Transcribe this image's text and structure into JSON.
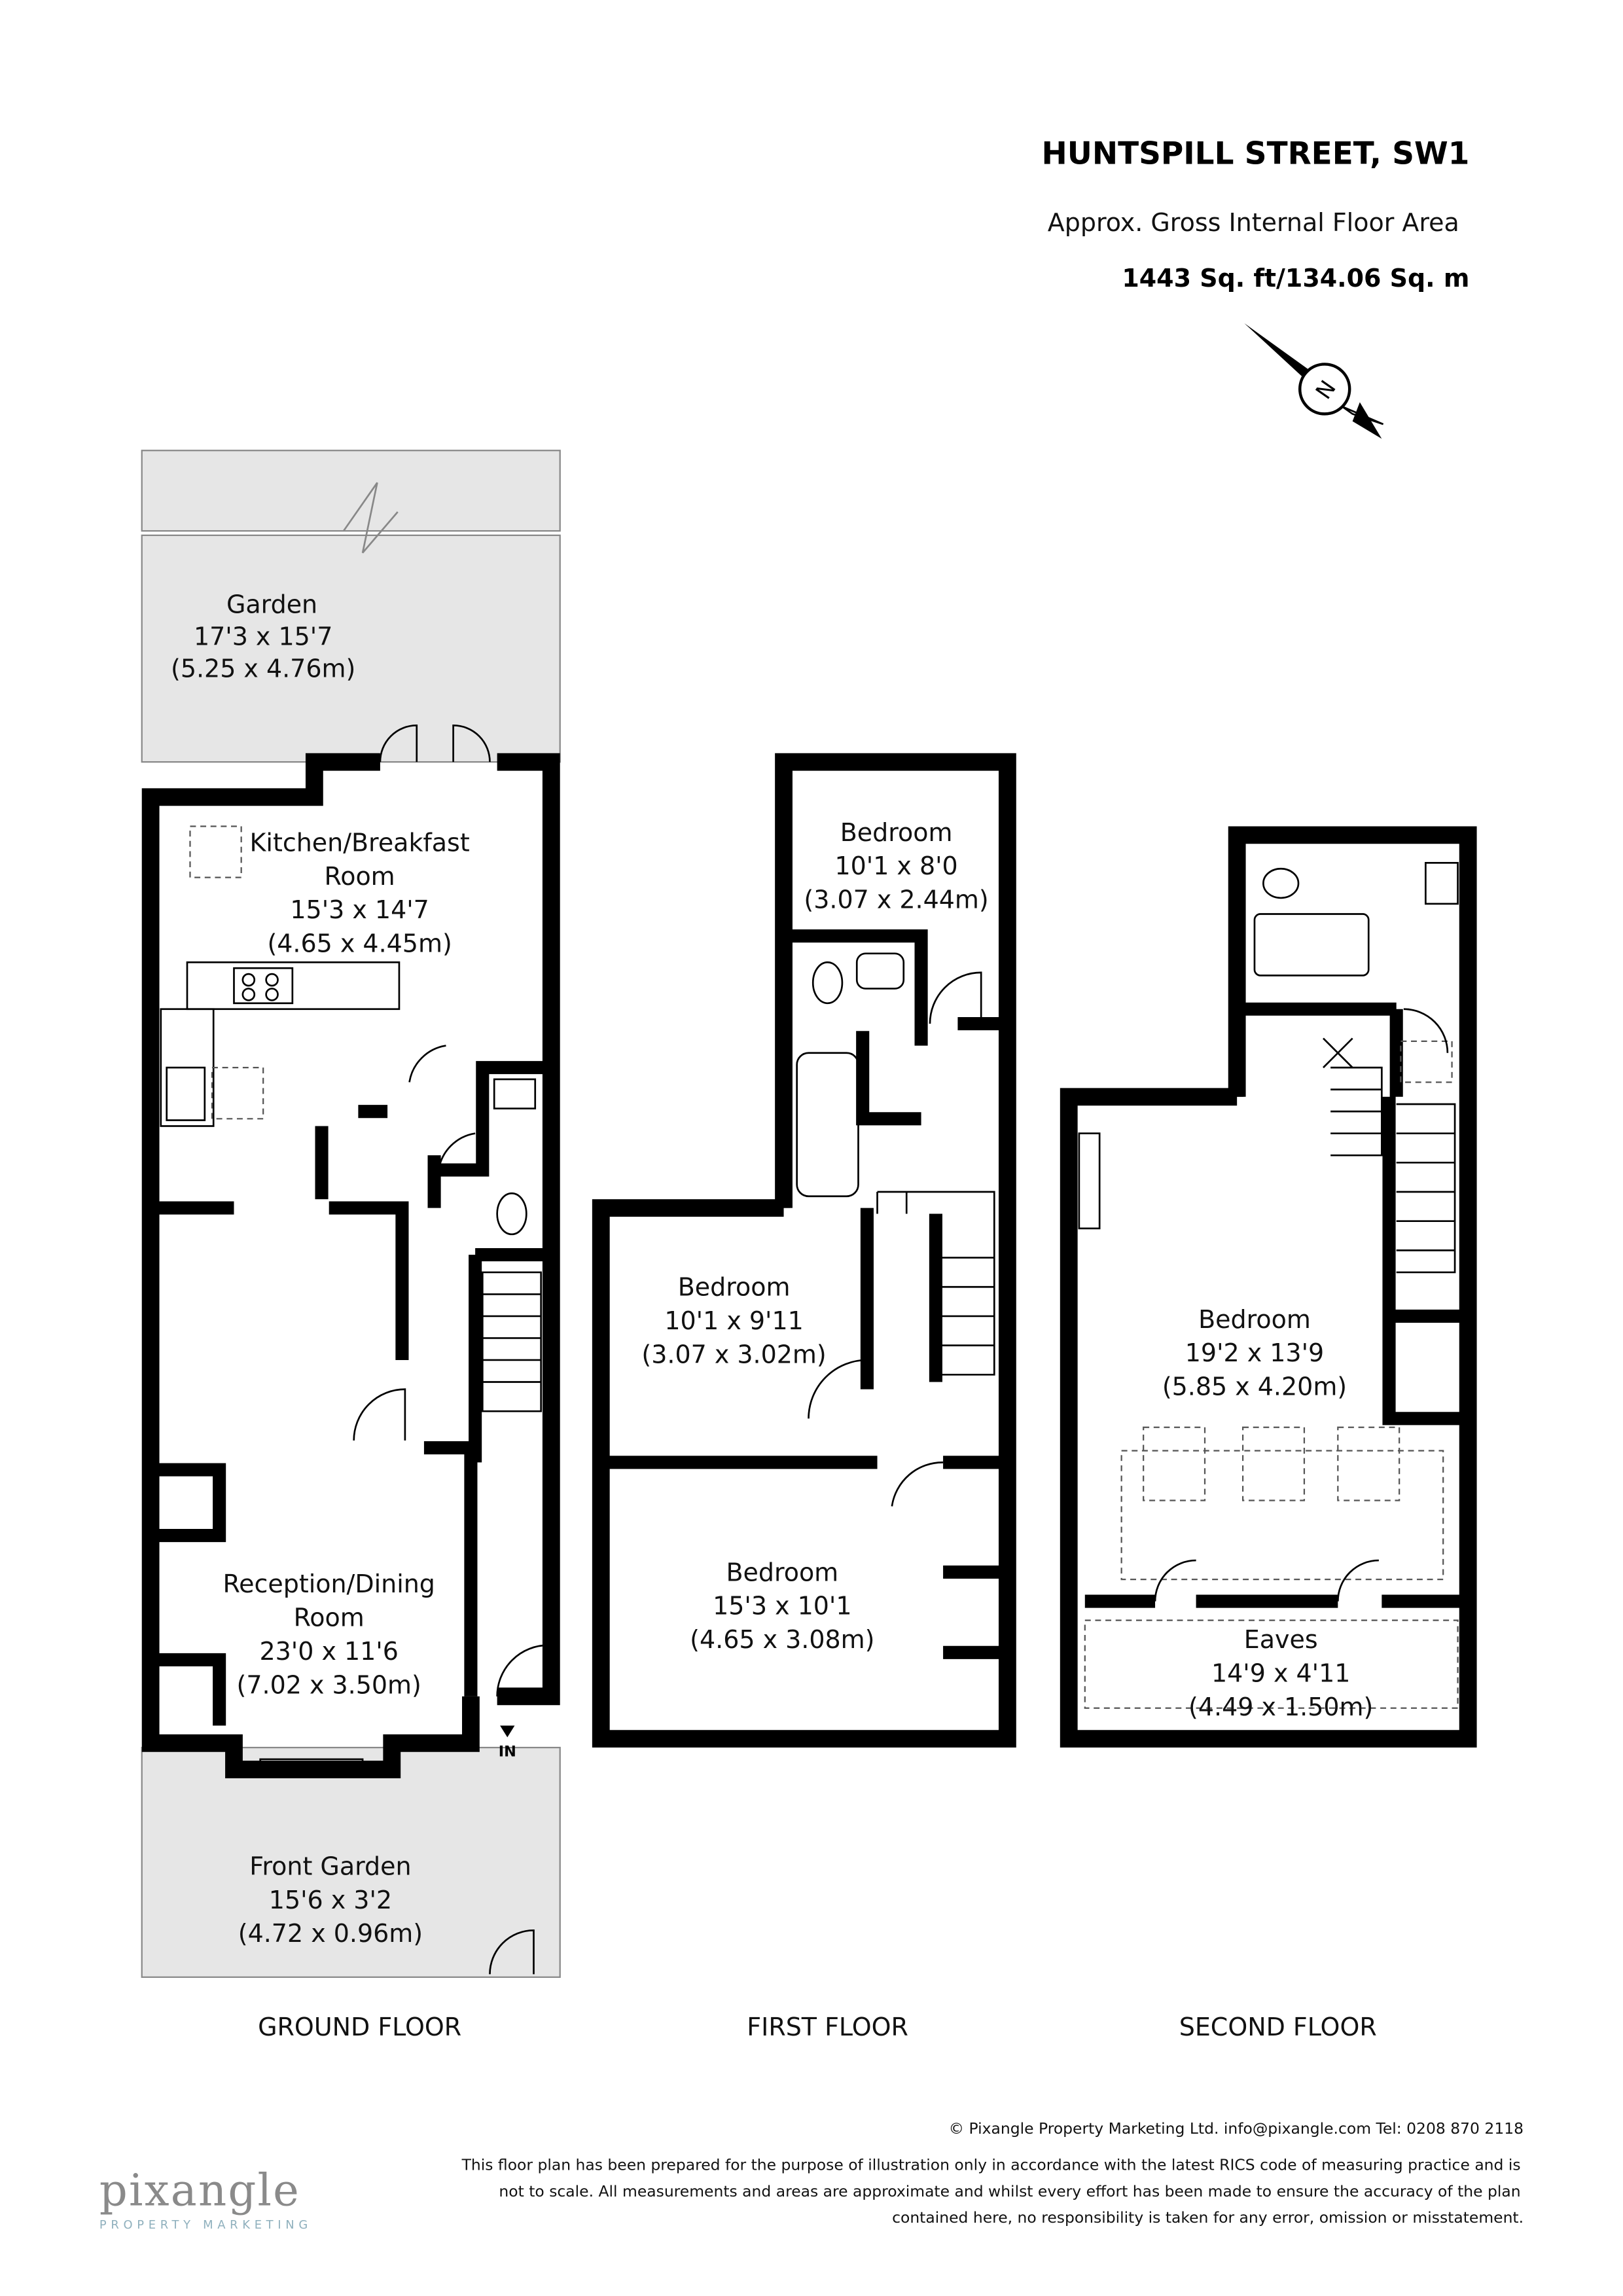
{
  "header": {
    "title": "HUNTSPILL STREET, SW1",
    "subtitle": "Approx. Gross Internal Floor Area",
    "area": "1443 Sq. ft/134.06 Sq. m",
    "compass_letter": "N"
  },
  "floors": {
    "ground": {
      "label": "GROUND FLOOR",
      "entrance": "IN",
      "rooms": [
        {
          "name": "Garden",
          "imperial": "17'3 x 15'7",
          "metric": "(5.25 x 4.76m)"
        },
        {
          "name": "Kitchen/Breakfast",
          "name2": "Room",
          "imperial": "15'3 x 14'7",
          "metric": "(4.65 x 4.45m)"
        },
        {
          "name": "Reception/Dining",
          "name2": "Room",
          "imperial": "23'0 x 11'6",
          "metric": "(7.02 x 3.50m)"
        },
        {
          "name": "Front Garden",
          "imperial": "15'6 x 3'2",
          "metric": "(4.72 x 0.96m)"
        }
      ]
    },
    "first": {
      "label": "FIRST FLOOR",
      "rooms": [
        {
          "name": "Bedroom",
          "imperial": "10'1 x 8'0",
          "metric": "(3.07 x 2.44m)"
        },
        {
          "name": "Bedroom",
          "imperial": "10'1 x 9'11",
          "metric": "(3.07 x 3.02m)"
        },
        {
          "name": "Bedroom",
          "imperial": "15'3 x 10'1",
          "metric": "(4.65 x 3.08m)"
        }
      ]
    },
    "second": {
      "label": "SECOND FLOOR",
      "rooms": [
        {
          "name": "Bedroom",
          "imperial": "19'2 x 13'9",
          "metric": "(5.85 x 4.20m)"
        },
        {
          "name": "Eaves",
          "imperial": "14'9 x 4'11",
          "metric": "(4.49 x 1.50m)"
        }
      ]
    }
  },
  "footer": {
    "copyright": "© Pixangle Property Marketing Ltd. info@pixangle.com Tel: 0208 870 2118",
    "disclaimer_1": "This floor plan has been prepared for the purpose of illustration only in accordance with the latest RICS code of measuring practice and is",
    "disclaimer_2": "not to scale. All measurements and areas are approximate and whilst every effort has been made to ensure the accuracy of the plan",
    "disclaimer_3": "contained here, no responsibility is taken for any error, omission or misstatement.",
    "logo": "pixangle",
    "logo_tagline": "PROPERTY MARKETING"
  },
  "colors": {
    "garden": "#e6e6e6",
    "wall": "#000000",
    "logo": "#8a8a8a",
    "logo_accent": "#8fb0bd"
  }
}
